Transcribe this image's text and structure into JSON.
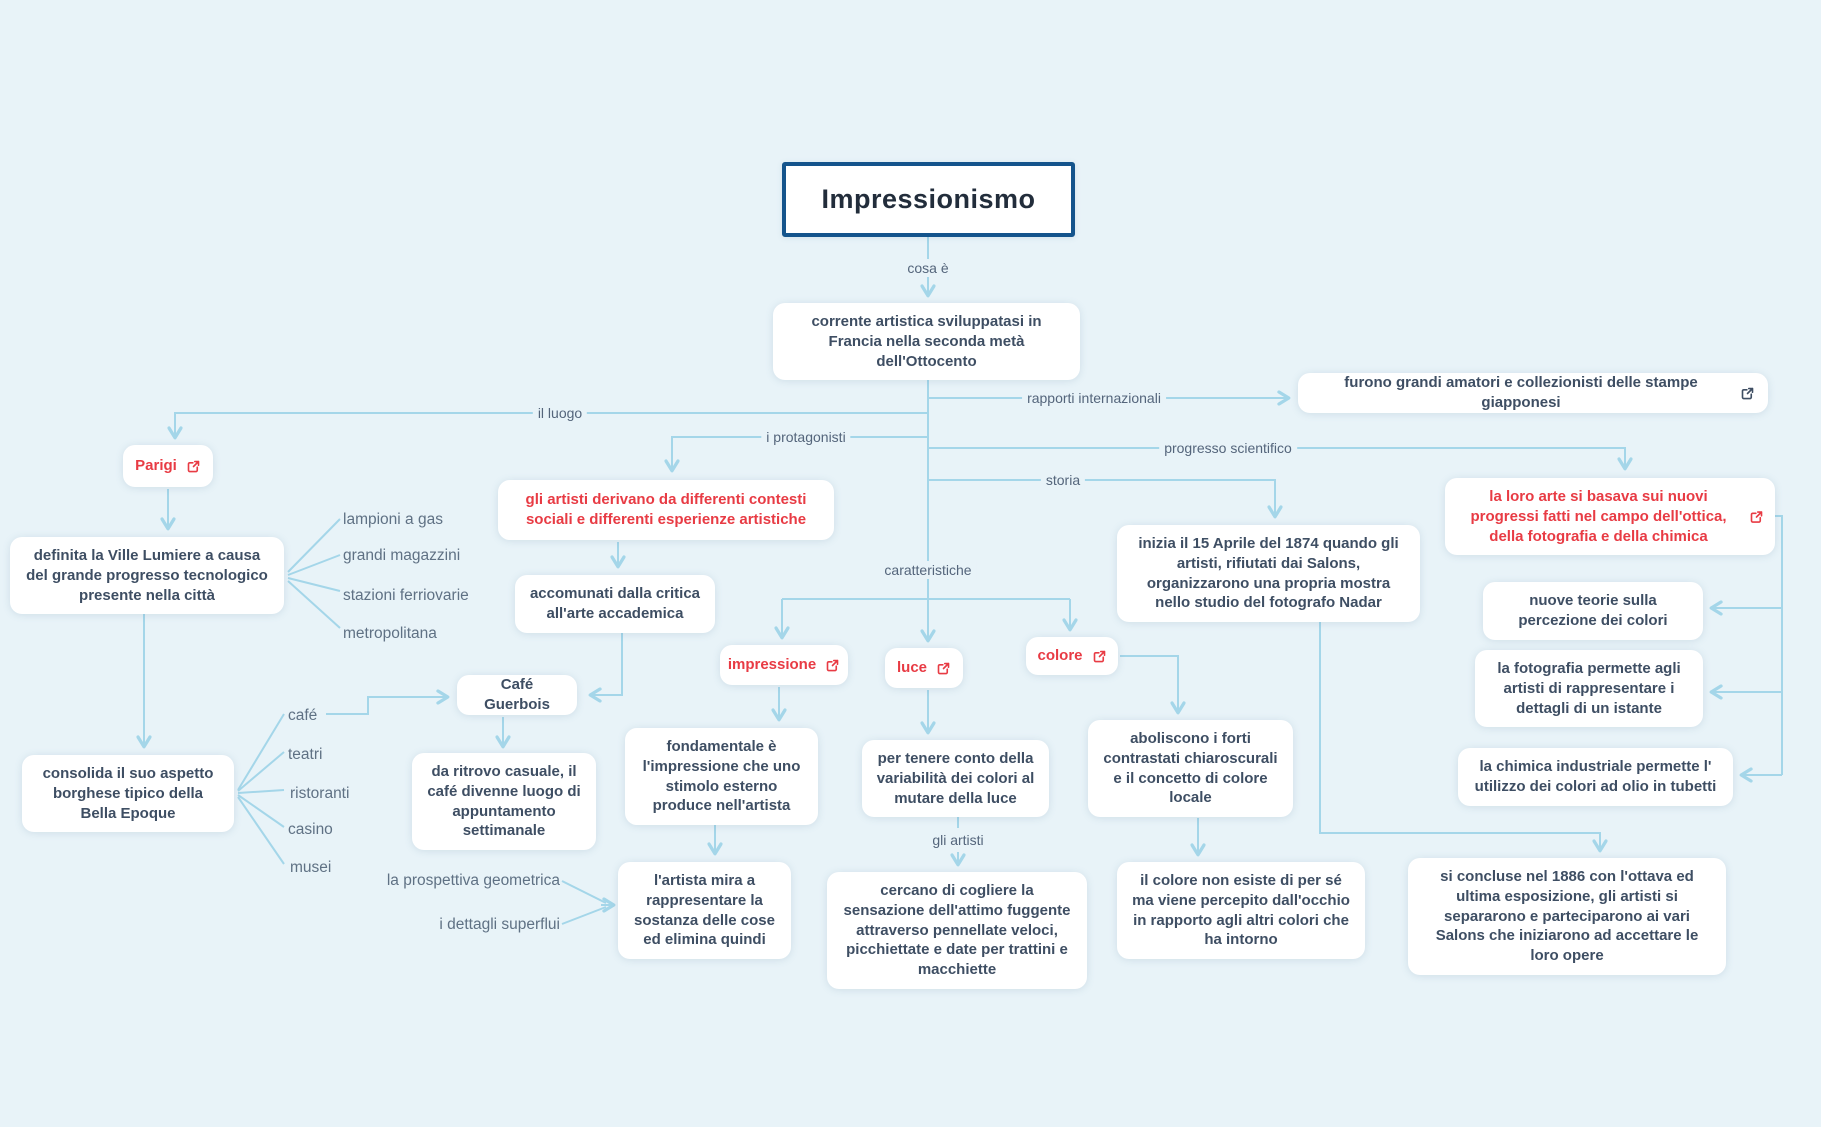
{
  "colors": {
    "background": "#e8f3f8",
    "line": "#a4d6e9",
    "accent_red": "#e83b44",
    "text_dark": "#3e4e63",
    "edge_label": "#54657b",
    "title_border": "#14548c",
    "node_bg": "#ffffff"
  },
  "title": {
    "label": "Impressionismo"
  },
  "edge_labels": {
    "cosa_e": "cosa è",
    "il_luogo": "il luogo",
    "i_protagonisti": "i protagonisti",
    "rapporti_internazionali": "rapporti internazionali",
    "progresso_scientifico": "progresso scientifico",
    "storia": "storia",
    "caratteristiche": "caratteristiche",
    "gli_artisti": "gli artisti"
  },
  "nodes": {
    "central": {
      "label": "corrente artistica sviluppatasi in Francia nella seconda metà dell'Ottocento"
    },
    "parigi": {
      "label": "Parigi"
    },
    "definita": {
      "label": "definita la Ville Lumiere a causa del grande progresso tecnologico presente nella città"
    },
    "consolida": {
      "label": "consolida il suo aspetto borghese tipico della Bella Epoque"
    },
    "artisti_contesti": {
      "label": "gli artisti derivano da differenti contesti sociali e differenti esperienze artistiche"
    },
    "accomunati": {
      "label": "accomunati dalla critica all'arte accademica"
    },
    "cafe_guerbois": {
      "label": "Café Guerbois"
    },
    "da_ritrovo": {
      "label": "da ritrovo casuale, il café divenne luogo di appuntamento settimanale"
    },
    "impressione": {
      "label": "impressione"
    },
    "luce": {
      "label": "luce"
    },
    "colore": {
      "label": "colore"
    },
    "fondamentale": {
      "label": "fondamentale è l'impressione che uno stimolo esterno produce nell'artista"
    },
    "artista_mira": {
      "label": "l'artista mira a rappresentare la sostanza delle cose ed elimina quindi"
    },
    "per_tenere": {
      "label": "per tenere conto della variabilità dei colori al mutare della luce"
    },
    "cercano": {
      "label": "cercano di cogliere la sensazione dell'attimo fuggente attraverso pennellate veloci, picchiettate e date per trattini e macchiette"
    },
    "aboliscono": {
      "label": "aboliscono i forti contrastati chiaroscurali e il concetto di colore locale"
    },
    "colore_non_esiste": {
      "label": "il colore non esiste di per sé ma viene percepito dall'occhio in rapporto agli altri colori che ha intorno"
    },
    "inizia": {
      "label": "inizia il 15 Aprile del 1874 quando gli artisti, rifiutati dai Salons, organizzarono una propria mostra nello studio del fotografo Nadar"
    },
    "si_concluse": {
      "label": "si concluse nel 1886 con l'ottava ed ultima esposizione, gli artisti si separarono e parteciparono ai vari Salons che iniziarono ad accettare le loro opere"
    },
    "stampe_giapponesi": {
      "label": "furono grandi amatori e collezionisti delle stampe giapponesi"
    },
    "la_loro_arte": {
      "label": "la loro arte si basava sui nuovi progressi fatti nel campo dell'ottica, della fotografia e della chimica"
    },
    "nuove_teorie": {
      "label": "nuove teorie sulla percezione dei colori"
    },
    "fotografia": {
      "label": "la fotografia permette agli artisti di rappresentare i dettagli di un istante"
    },
    "chimica": {
      "label": "la chimica industriale permette l' utilizzo dei colori ad olio in tubetti"
    }
  },
  "leaves": {
    "lampioni": "lampioni a gas",
    "magazzini": "grandi magazzini",
    "stazioni": "stazioni ferriovarie",
    "metropolitana": "metropolitana",
    "cafe": "café",
    "teatri": "teatri",
    "ristoranti": "ristoranti",
    "casino": "casino",
    "musei": "musei",
    "prospettiva": "la prospettiva geometrica",
    "dettagli": "i dettagli superflui"
  }
}
